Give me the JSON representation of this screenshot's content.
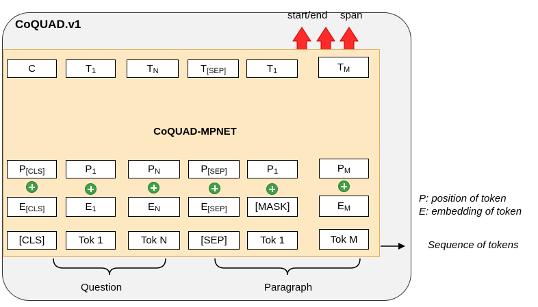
{
  "outer_title": "CoQUAD.v1",
  "inner_title": "CoQUAD-MPNET",
  "outputs": [
    "start/end",
    "span"
  ],
  "top_row": [
    {
      "text": "C",
      "sub": ""
    },
    {
      "text": "T",
      "sub": "1"
    },
    {
      "text": "T",
      "sub": "N"
    },
    {
      "text": "T",
      "sub": "[SEP]"
    },
    {
      "text": "T",
      "sub": "1"
    },
    {
      "text": "T",
      "sub": "M"
    }
  ],
  "position_row": [
    {
      "text": "P",
      "sub": "[CLS]"
    },
    {
      "text": "P",
      "sub": "1"
    },
    {
      "text": "P",
      "sub": "N"
    },
    {
      "text": "P",
      "sub": "[SEP]"
    },
    {
      "text": "P",
      "sub": "1"
    },
    {
      "text": "P",
      "sub": "M"
    }
  ],
  "embedding_row": [
    {
      "text": "E",
      "sub": "[CLS]"
    },
    {
      "text": "E",
      "sub": "1"
    },
    {
      "text": "E",
      "sub": "N"
    },
    {
      "text": "E",
      "sub": "[SEP]"
    },
    {
      "text": "[MASK]",
      "sub": ""
    },
    {
      "text": "E",
      "sub": "M"
    }
  ],
  "token_row": [
    "[CLS]",
    "Tok 1",
    "Tok N",
    "[SEP]",
    "Tok 1",
    "Tok M"
  ],
  "groups": [
    "Question",
    "Paragraph"
  ],
  "legend": [
    "P: position of token",
    "E: embedding of token"
  ],
  "sequence_label": "Sequence of tokens",
  "colors": {
    "arrow": "#ff2a2a",
    "plus": "#43a047",
    "inner_fill": "#fde8c2",
    "outer_fill": "#f2f2f2"
  }
}
